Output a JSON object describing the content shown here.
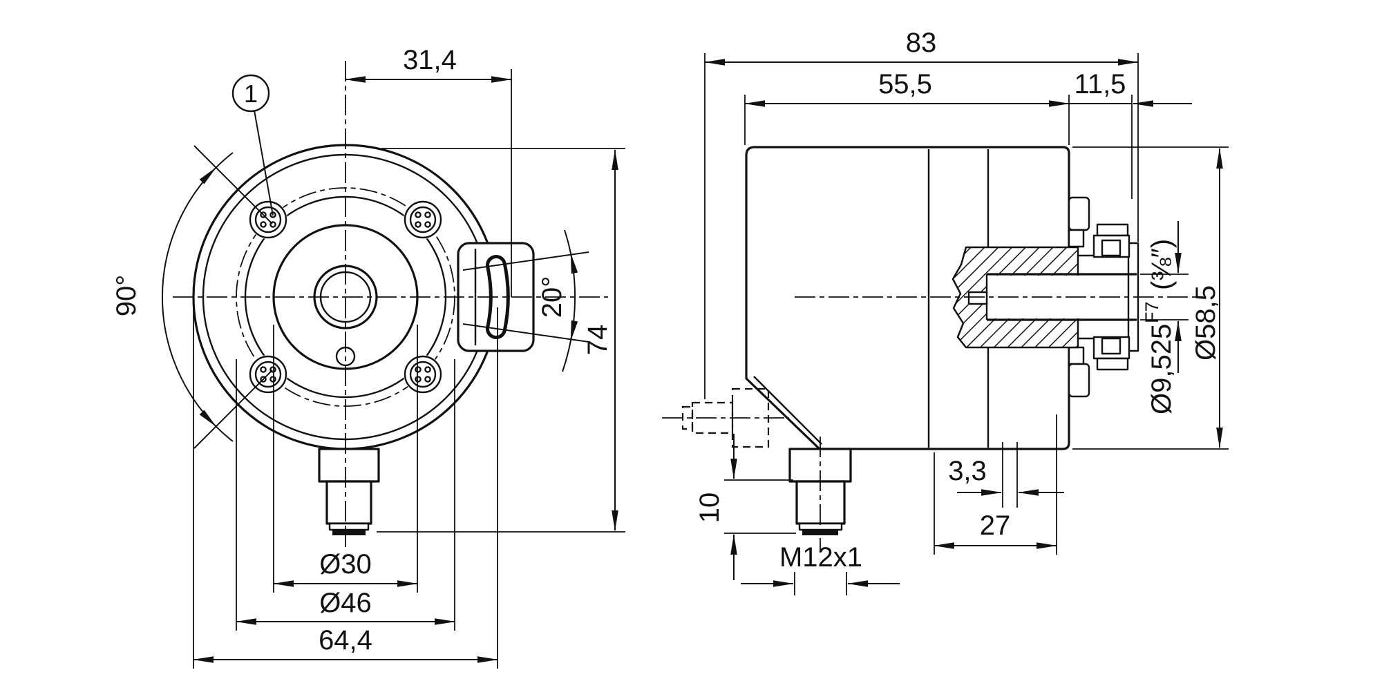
{
  "drawing": {
    "background": "#ffffff",
    "line_color": "#111111",
    "views": {
      "front": {
        "callout_1": "1",
        "dim_width_top": "31,4",
        "angle_left": "90°",
        "angle_right": "20°",
        "dim_height": "74",
        "dia_inner": "Ø30",
        "dia_bolt_circle": "Ø46",
        "dim_overall_width": "64,4"
      },
      "side": {
        "dim_overall_length": "83",
        "dim_body_length": "55,5",
        "dim_flange_length": "11,5",
        "shaft_dia": "Ø9,525",
        "shaft_fit": "F7",
        "shaft_inch": "(⅜″)",
        "dia_body": "Ø58,5",
        "dim_ring_offset": "3,3",
        "dim_shaft_length": "27",
        "dim_connector_length": "10",
        "connector_thread": "M12x1"
      }
    }
  }
}
